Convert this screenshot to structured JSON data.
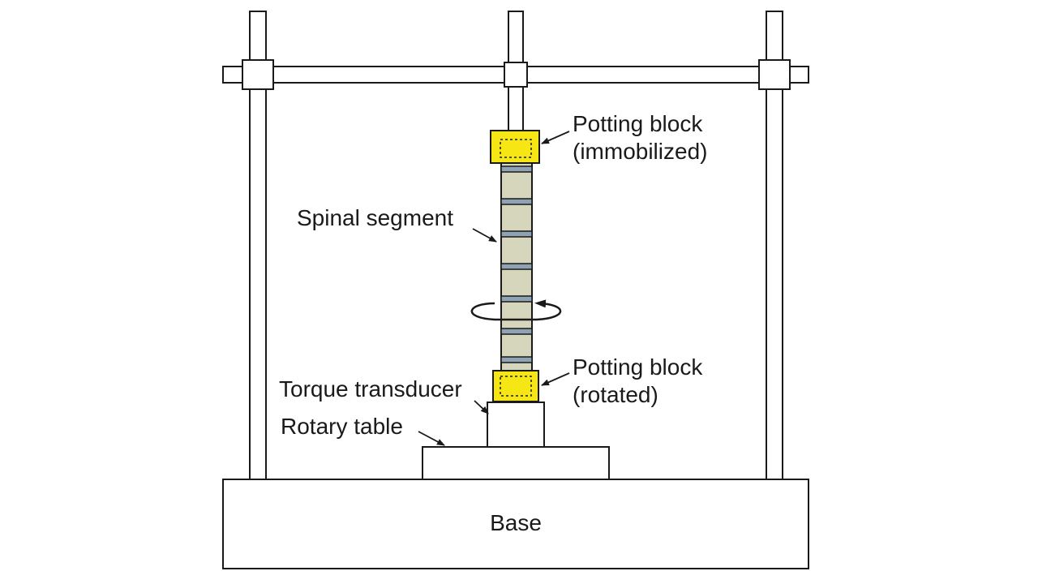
{
  "labels": {
    "potting_block_top_line1": "Potting block",
    "potting_block_top_line2": "(immobilized)",
    "spinal_segment": "Spinal segment",
    "potting_block_bottom_line1": "Potting block",
    "potting_block_bottom_line2": "(rotated)",
    "torque_transducer": "Torque transducer",
    "rotary_table": "Rotary table",
    "base": "Base"
  },
  "colors": {
    "line": "#1a1a1a",
    "potting_block": "#f5e614",
    "vertebra": "#d6d6bc",
    "disc": "#8fa3b5",
    "frame_fill": "#ffffff"
  }
}
